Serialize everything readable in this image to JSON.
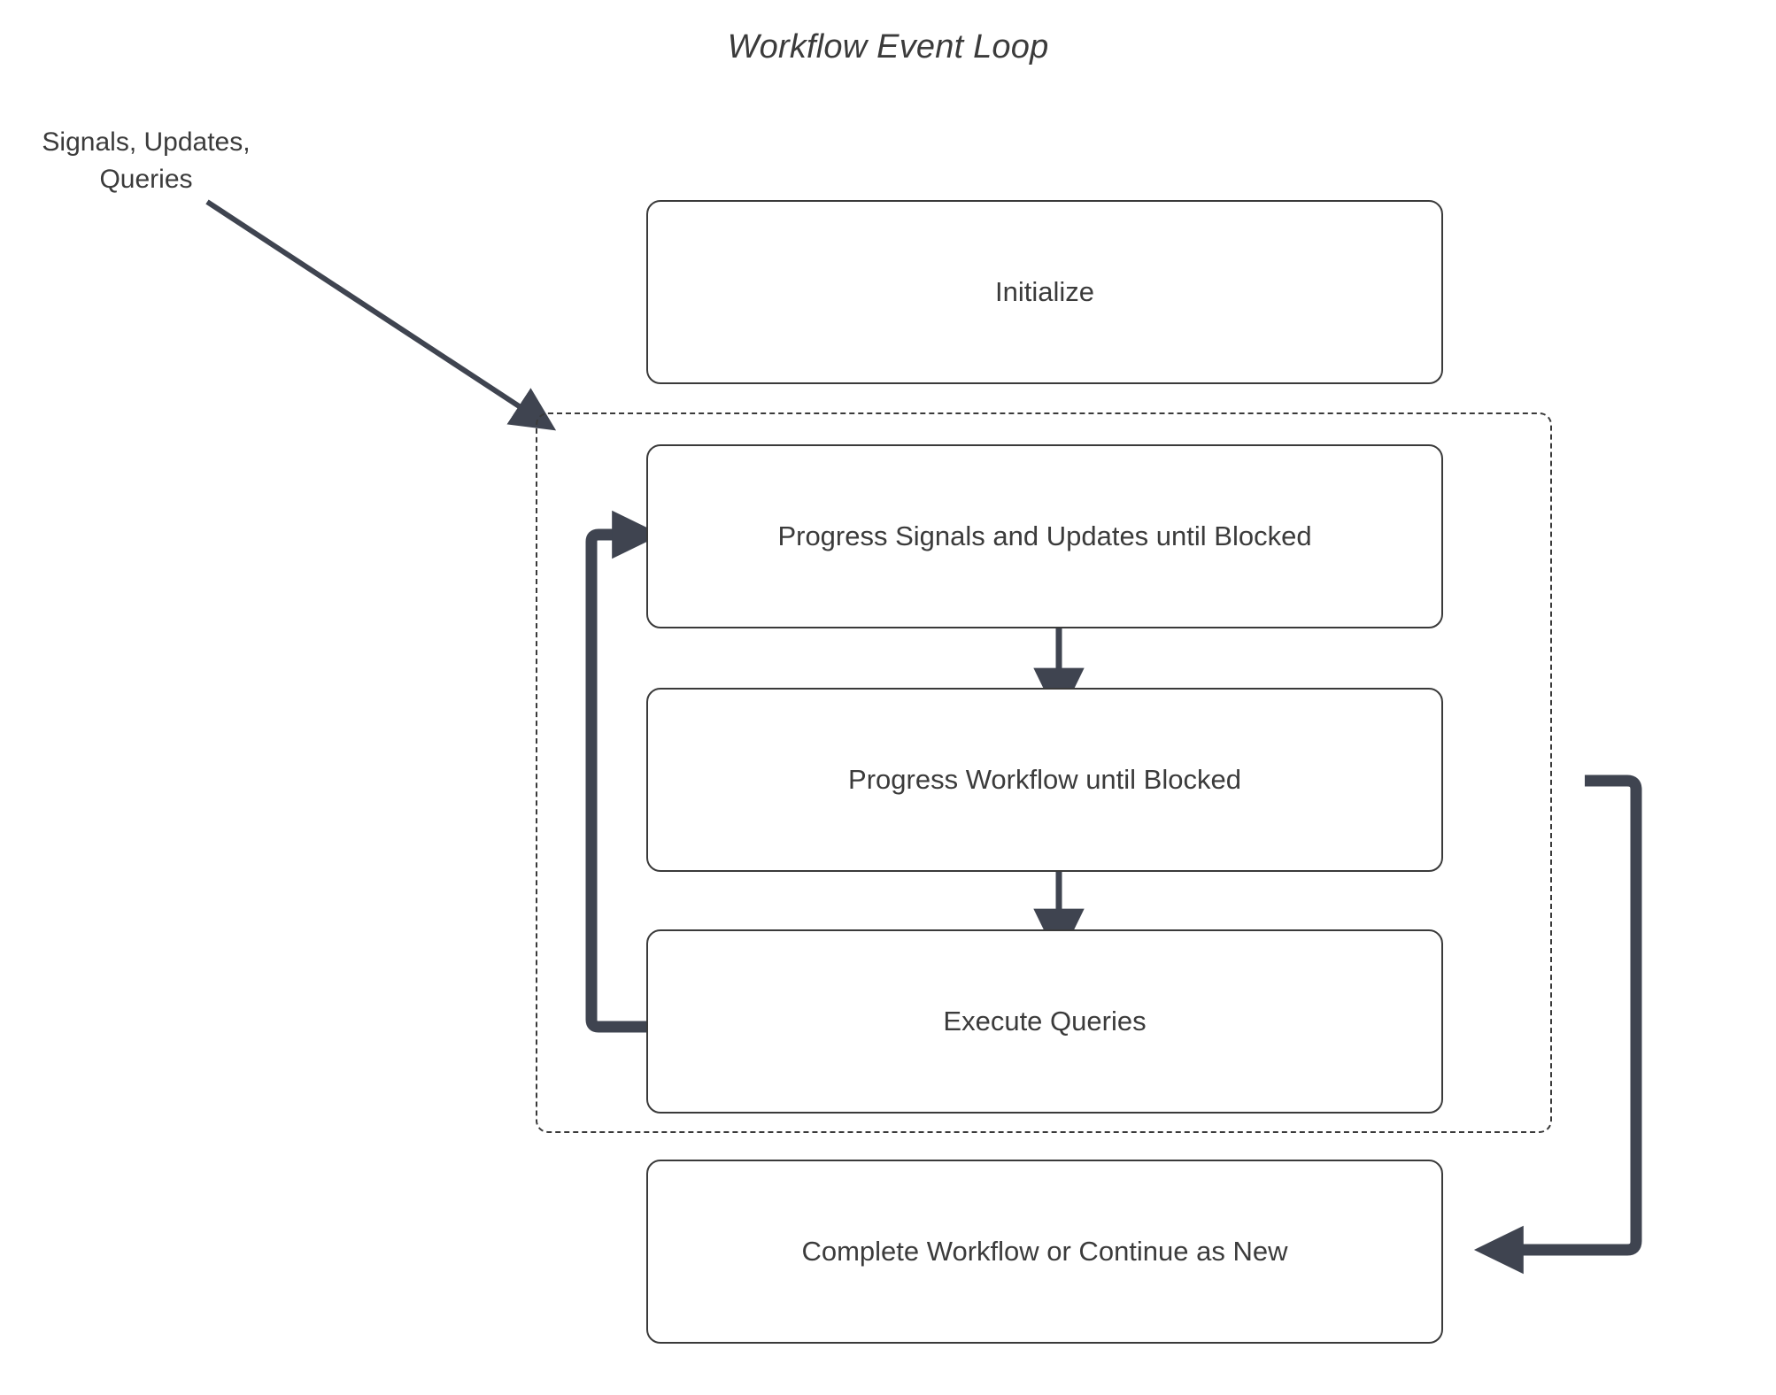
{
  "diagram": {
    "title": "Workflow Event Loop",
    "type": "flowchart",
    "background_color": "#ffffff",
    "node_border_color": "#3a3a3a",
    "text_color": "#3b3b3b",
    "arrow_color": "#3f4450",
    "loop_border_style": "dashed"
  },
  "labels": {
    "input_edge": "Signals, Updates,\nQueries"
  },
  "nodes": {
    "initialize": {
      "label": "Initialize"
    },
    "progress_signals": {
      "label": "Progress Signals and Updates until Blocked"
    },
    "progress_workflow": {
      "label": "Progress Workflow until Blocked"
    },
    "execute_queries": {
      "label": "Execute Queries"
    },
    "complete_workflow": {
      "label": "Complete Workflow or Continue as New"
    }
  },
  "chart_data": {
    "type": "diagram",
    "title": "Workflow Event Loop",
    "nodes": [
      {
        "id": "initialize",
        "label": "Initialize",
        "group": "root"
      },
      {
        "id": "progress_signals",
        "label": "Progress Signals and Updates until Blocked",
        "group": "event-loop"
      },
      {
        "id": "progress_workflow",
        "label": "Progress Workflow until Blocked",
        "group": "event-loop"
      },
      {
        "id": "execute_queries",
        "label": "Execute Queries",
        "group": "event-loop"
      },
      {
        "id": "complete_workflow",
        "label": "Complete Workflow or Continue as New",
        "group": "root"
      }
    ],
    "groups": [
      {
        "id": "event-loop",
        "style": "dashed",
        "members": [
          "progress_signals",
          "progress_workflow",
          "execute_queries"
        ]
      }
    ],
    "edges": [
      {
        "from": "external-input",
        "to": "event-loop",
        "label": "Signals, Updates, Queries",
        "style": "thin-arrow"
      },
      {
        "from": "progress_signals",
        "to": "progress_workflow",
        "label": "",
        "style": "thin-arrow"
      },
      {
        "from": "progress_workflow",
        "to": "execute_queries",
        "label": "",
        "style": "thin-arrow"
      },
      {
        "from": "execute_queries",
        "to": "progress_signals",
        "label": "",
        "style": "thick-loop-left"
      },
      {
        "from": "event-loop",
        "to": "complete_workflow",
        "label": "",
        "style": "thick-loop-right"
      }
    ]
  }
}
